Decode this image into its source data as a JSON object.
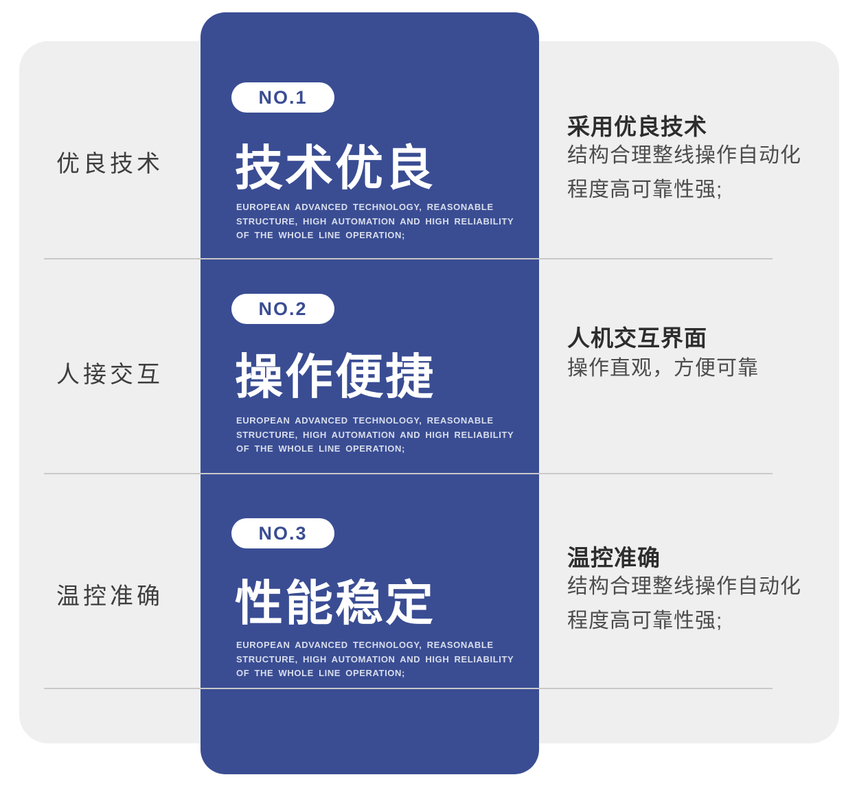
{
  "colors": {
    "accent_blue": "#3a4d93",
    "panel_gray": "#efefef",
    "divider_gray": "#c9c9c9",
    "title_white": "#ffffff"
  },
  "sections": [
    {
      "left_label": "优良技术",
      "badge_label": "NO.1",
      "card_title": "技术优良",
      "card_caption_lines": [
        "EUROPEAN ADVANCED TECHNOLOGY, REASONABLE",
        "STRUCTURE, HIGH AUTOMATION AND HIGH RELIABILITY",
        "OF THE WHOLE LINE OPERATION;"
      ],
      "right_title": "采用优良技术",
      "right_body_lines": [
        "结构合理整线操作自动化",
        "程度高可靠性强;"
      ]
    },
    {
      "left_label": "人接交互",
      "badge_label": "NO.2",
      "card_title": "操作便捷",
      "card_caption_lines": [
        "EUROPEAN ADVANCED TECHNOLOGY, REASONABLE",
        "STRUCTURE, HIGH AUTOMATION AND HIGH RELIABILITY",
        "OF THE WHOLE LINE OPERATION;"
      ],
      "right_title": "人机交互界面",
      "right_body_lines": [
        "操作直观，方便可靠"
      ]
    },
    {
      "left_label": "温控准确",
      "badge_label": "NO.3",
      "card_title": "性能稳定",
      "card_caption_lines": [
        "EUROPEAN ADVANCED TECHNOLOGY, REASONABLE",
        "STRUCTURE, HIGH AUTOMATION AND HIGH RELIABILITY",
        "OF THE WHOLE LINE OPERATION;"
      ],
      "right_title": "温控准确",
      "right_body_lines": [
        "结构合理整线操作自动化",
        "程度高可靠性强;"
      ]
    }
  ]
}
